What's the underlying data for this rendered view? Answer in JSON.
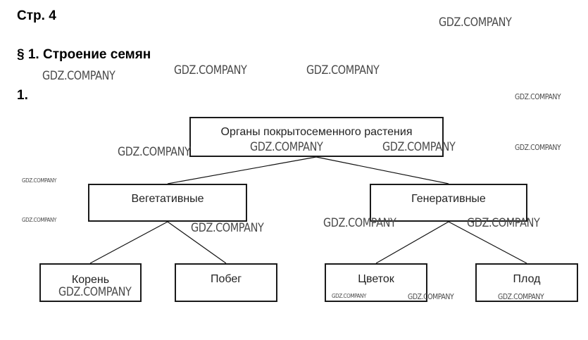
{
  "page_number": "Стр. 4",
  "section_title": "§ 1. Строение семян",
  "task_number": "1.",
  "diagram": {
    "root": "Органы покрытосеменного растения",
    "groups": [
      {
        "label": "Вегетативные",
        "children": [
          "Корень",
          "Побег"
        ]
      },
      {
        "label": "Генеративные",
        "children": [
          "Цветок",
          "Плод"
        ]
      }
    ]
  },
  "watermark": "GDZ.COMPANY"
}
